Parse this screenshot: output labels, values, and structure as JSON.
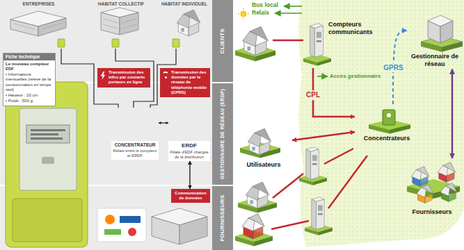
{
  "diagram": {
    "nodes": [
      {
        "text": [
          "ENTREPRISES"
        ]
      },
      {
        "text": [
          "HABITAT COLLECTIF"
        ]
      },
      {
        "text": [
          "HABITAT INDIVIDUEL"
        ]
      },
      {
        "text": [
          "CLIENTS"
        ]
      },
      {
        "text": [
          "Fiche technique",
          "Le nouveau compteur EDF",
          "• Informations mensuelles (relevé de la consommation en temps réel)",
          "• Hauteur : 20 cm",
          "• Poids : 500 g."
        ]
      },
      {
        "text": [
          "Transmission des infos par courants porteurs en ligne"
        ]
      },
      {
        "text": [
          "Transmission des données par le réseau de téléphonie mobile (GPRS)"
        ]
      },
      {
        "text": [
          "CONCENTRATEUR",
          "Relais entre le compteur et ERDF"
        ]
      },
      {
        "text": [
          "ERDF",
          "Filiale d'EDF chargée de la distribution"
        ]
      },
      {
        "text": [
          "GESTIONNAIRE DE RÉSEAU (ERDF)"
        ]
      },
      {
        "text": [
          "Communication de données"
        ]
      },
      {
        "text": [
          "FOURNISSEURS"
        ]
      },
      {
        "text": [
          "Compteurs communicants"
        ]
      },
      {
        "text": [
          "Gestionnaire de réseau"
        ]
      },
      {
        "text": [
          "Concentrateurs"
        ]
      },
      {
        "text": [
          "Utilisateurs"
        ]
      },
      {
        "text": [
          "Fournisseurs"
        ]
      }
    ],
    "edges": [
      {
        "from": 0,
        "to": 7,
        "arrow": "none"
      },
      {
        "from": 1,
        "to": 7,
        "arrow": "none"
      },
      {
        "from": 2,
        "to": 7,
        "arrow": "none"
      },
      {
        "from": 7,
        "to": 8,
        "arrow": "both"
      },
      {
        "from": 8,
        "to": 10,
        "arrow": "both"
      },
      {
        "from": 12,
        "to": 14,
        "label": "CPL",
        "arrow": "to"
      },
      {
        "from": 15,
        "to": 14,
        "arrow": "both"
      },
      {
        "from": 14,
        "to": 13,
        "label": "GPRS",
        "arrow": "to"
      },
      {
        "from": 13,
        "to": 16,
        "arrow": "both"
      }
    ],
    "labels": [
      "Bus local",
      "Relais",
      "Accès gestionnaire"
    ]
  }
}
